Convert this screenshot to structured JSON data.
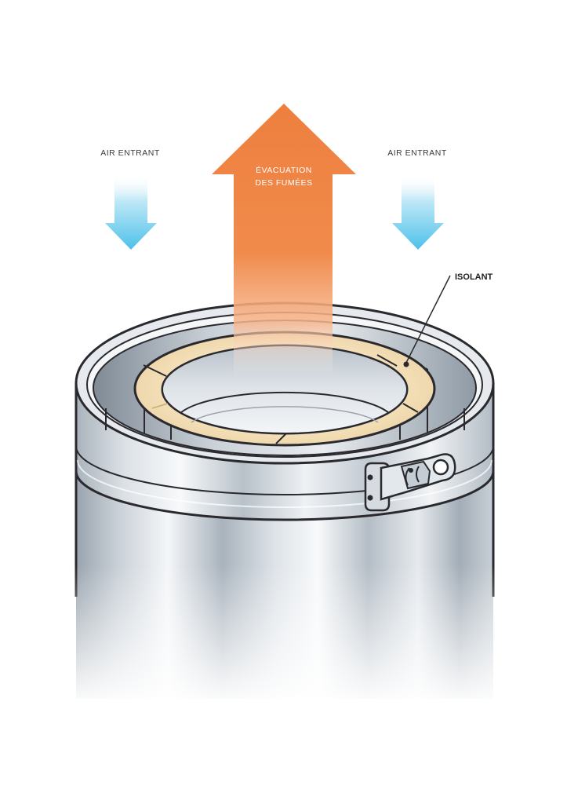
{
  "labels": {
    "air_left": "AIR ENTRANT",
    "air_right": "AIR ENTRANT",
    "smoke_line1": "ÉVACUATION",
    "smoke_line2": "DES FUMÉES",
    "insulation": "ISOLANT"
  },
  "colors": {
    "smoke_arrow": "#ef8546",
    "air_arrow": "#5cc6ea",
    "insulation": "#f2dcb3",
    "steel_light": "#eef2f6",
    "steel_dark": "#8e9aa6",
    "outline": "#2a2a2e"
  },
  "icons": {
    "air_left": "down-arrow-icon",
    "air_right": "down-arrow-icon",
    "smoke": "up-arrow-icon",
    "clamp": "latch-clamp-icon"
  }
}
